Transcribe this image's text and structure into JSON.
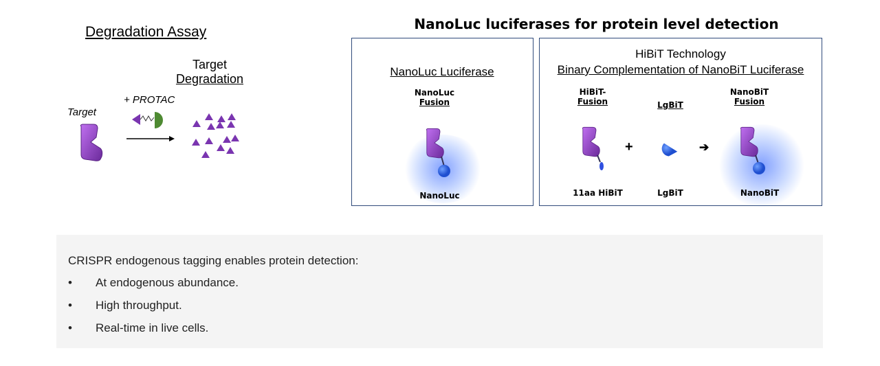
{
  "left": {
    "title": "Degradation Assay",
    "target_label": "Target",
    "protac_label": "+ PROTAC",
    "result_line1": "Target",
    "result_line2": "Degradation"
  },
  "right": {
    "title": "NanoLuc luciferases for protein level detection",
    "nanoluc_box": {
      "title": "NanoLuc Luciferase",
      "fusion_line1": "NanoLuc",
      "fusion_line2": "Fusion",
      "bottom_label": "NanoLuc"
    },
    "hibit_box": {
      "title_line1": "HiBiT Technology",
      "title_line2": "Binary Complementation of NanoBiT Luciferase",
      "col1_line1": "HiBiT-",
      "col1_line2": "Fusion",
      "col2": "LgBiT",
      "col3_line1": "NanoBiT",
      "col3_line2": "Fusion",
      "plus": "+",
      "arrow": "➔",
      "bottom1": "11aa HiBiT",
      "bottom2": "LgBiT",
      "bottom3": "NanoBiT"
    }
  },
  "summary": {
    "heading": "CRISPR endogenous tagging enables protein detection:",
    "bullet": "•",
    "items": [
      "At endogenous abundance.",
      "High throughput.",
      "Real-time in live cells."
    ]
  },
  "colors": {
    "purple": "#8a3fc0",
    "green": "#4e8a32",
    "blue": "#2f6fe8",
    "frame": "#2f4a7a"
  }
}
